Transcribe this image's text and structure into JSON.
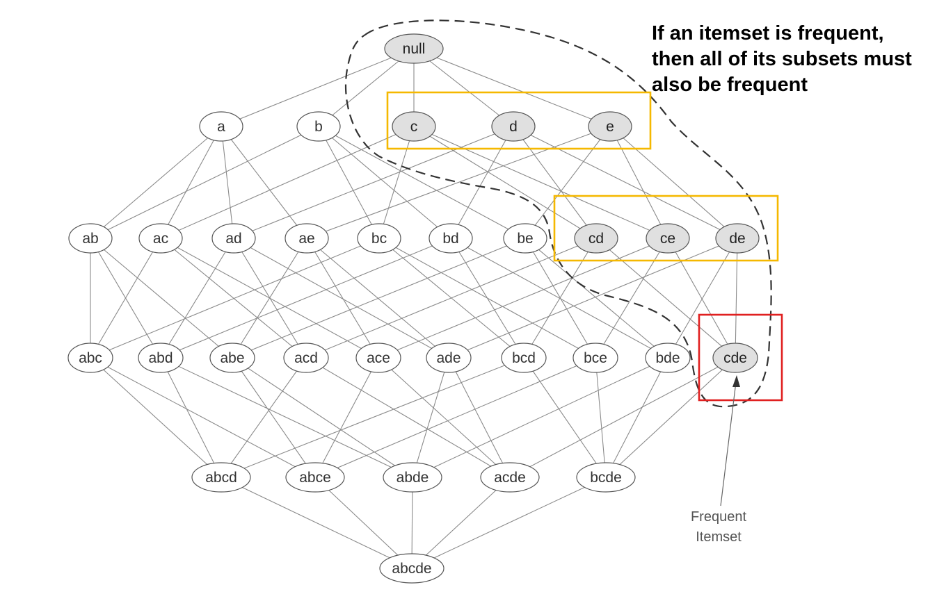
{
  "annotation": {
    "lines": [
      "If an itemset is frequent,",
      "then all of its subsets must",
      "also be frequent"
    ]
  },
  "caption": {
    "lines": [
      "Frequent",
      "Itemset"
    ]
  },
  "nodes": [
    {
      "id": "null",
      "label": "null",
      "frequent": true
    },
    {
      "id": "a",
      "label": "a",
      "frequent": false
    },
    {
      "id": "b",
      "label": "b",
      "frequent": false
    },
    {
      "id": "c",
      "label": "c",
      "frequent": true
    },
    {
      "id": "d",
      "label": "d",
      "frequent": true
    },
    {
      "id": "e",
      "label": "e",
      "frequent": true
    },
    {
      "id": "ab",
      "label": "ab",
      "frequent": false
    },
    {
      "id": "ac",
      "label": "ac",
      "frequent": false
    },
    {
      "id": "ad",
      "label": "ad",
      "frequent": false
    },
    {
      "id": "ae",
      "label": "ae",
      "frequent": false
    },
    {
      "id": "bc",
      "label": "bc",
      "frequent": false
    },
    {
      "id": "bd",
      "label": "bd",
      "frequent": false
    },
    {
      "id": "be",
      "label": "be",
      "frequent": false
    },
    {
      "id": "cd",
      "label": "cd",
      "frequent": true
    },
    {
      "id": "ce",
      "label": "ce",
      "frequent": true
    },
    {
      "id": "de",
      "label": "de",
      "frequent": true
    },
    {
      "id": "abc",
      "label": "abc",
      "frequent": false
    },
    {
      "id": "abd",
      "label": "abd",
      "frequent": false
    },
    {
      "id": "abe",
      "label": "abe",
      "frequent": false
    },
    {
      "id": "acd",
      "label": "acd",
      "frequent": false
    },
    {
      "id": "ace",
      "label": "ace",
      "frequent": false
    },
    {
      "id": "ade",
      "label": "ade",
      "frequent": false
    },
    {
      "id": "bcd",
      "label": "bcd",
      "frequent": false
    },
    {
      "id": "bce",
      "label": "bce",
      "frequent": false
    },
    {
      "id": "bde",
      "label": "bde",
      "frequent": false
    },
    {
      "id": "cde",
      "label": "cde",
      "frequent": true
    },
    {
      "id": "abcd",
      "label": "abcd",
      "frequent": false
    },
    {
      "id": "abce",
      "label": "abce",
      "frequent": false
    },
    {
      "id": "abde",
      "label": "abde",
      "frequent": false
    },
    {
      "id": "acde",
      "label": "acde",
      "frequent": false
    },
    {
      "id": "bcde",
      "label": "bcde",
      "frequent": false
    },
    {
      "id": "abcde",
      "label": "abcde",
      "frequent": false
    }
  ],
  "colors": {
    "edge": "#8a8a8a",
    "node_stroke": "#555555",
    "node_fill": "#ffffff",
    "frequent_fill": "#e0e0e0",
    "highlight_box": "#f5b800",
    "target_box": "#e02020",
    "boundary": "#333333"
  }
}
